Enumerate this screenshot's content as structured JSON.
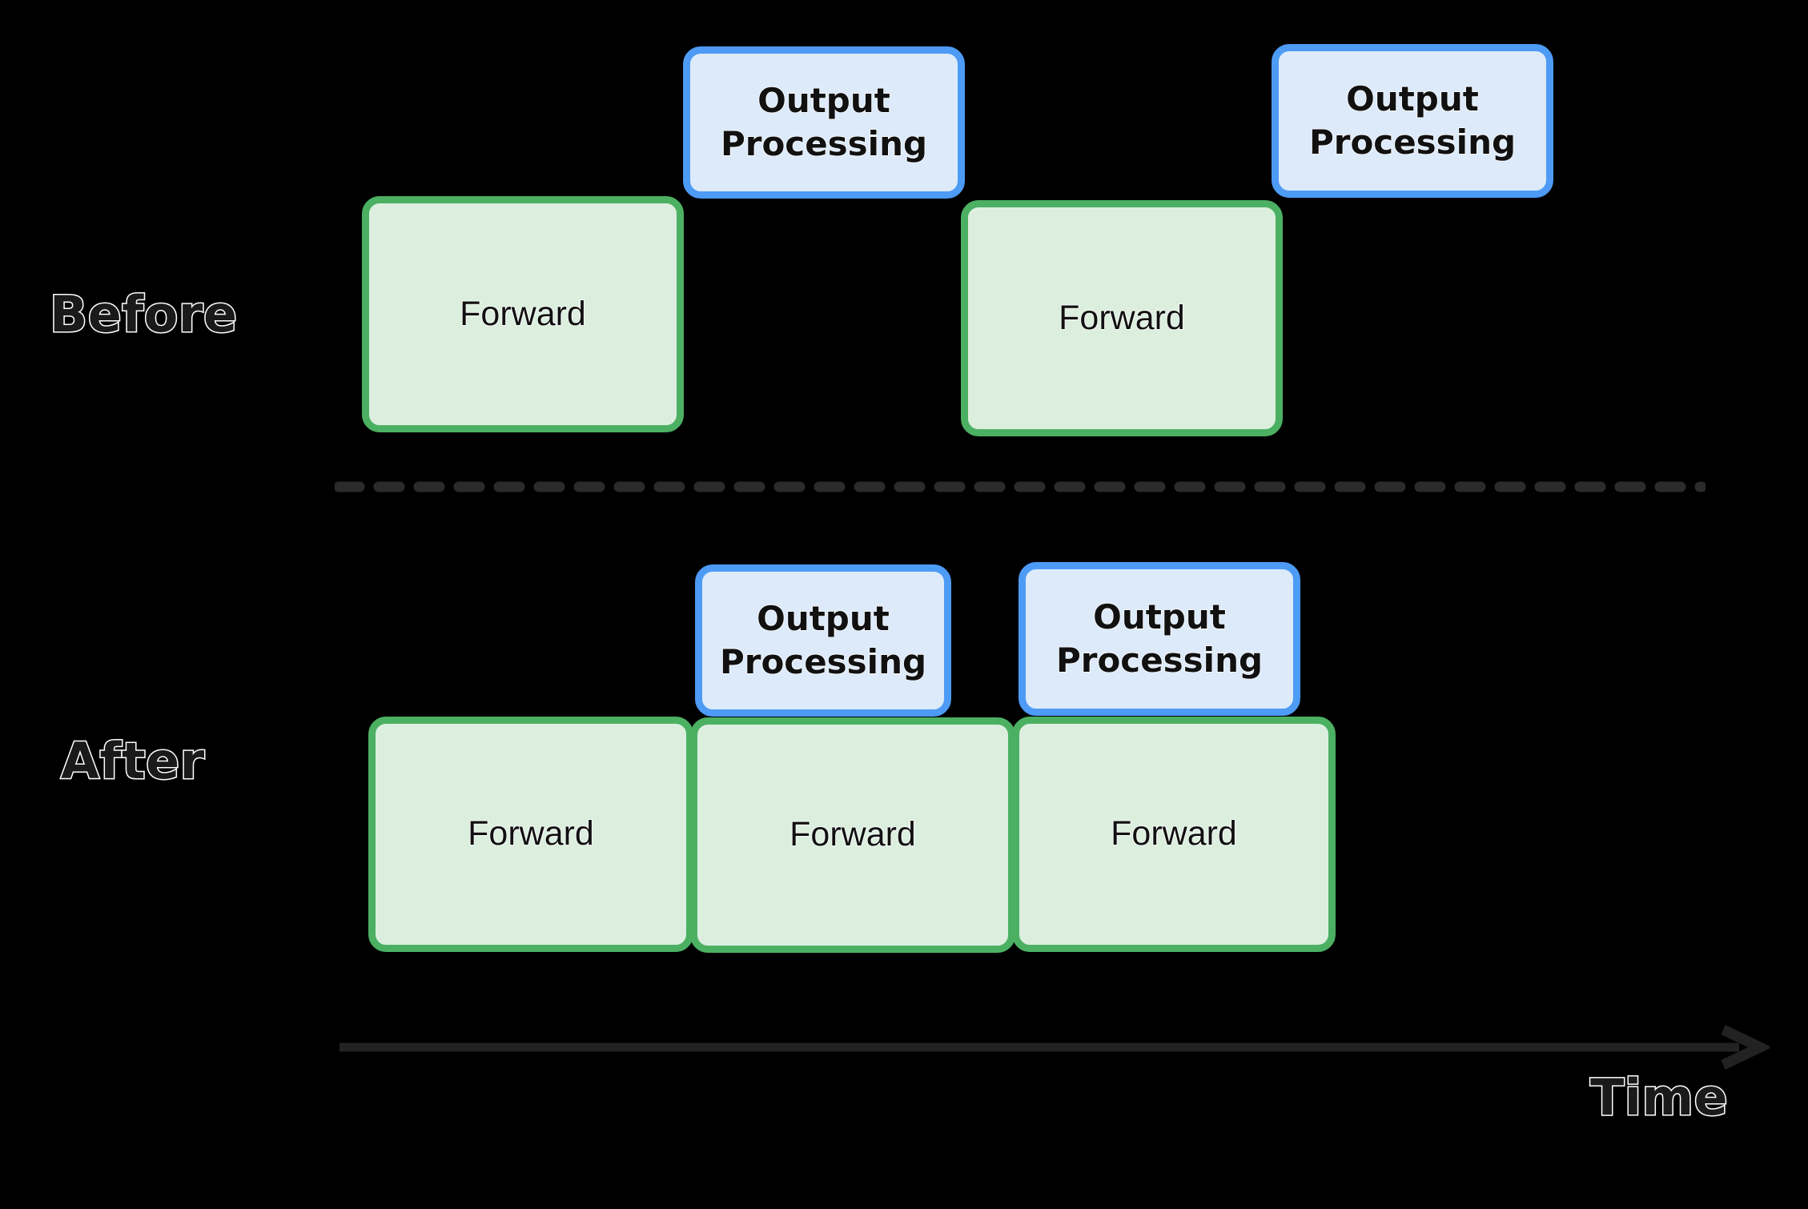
{
  "diagram": {
    "title": "Before / After output-processing overlap timeline",
    "background_color": "#000000",
    "rows": [
      {
        "id": "before",
        "label": "Before",
        "blocks": [
          {
            "id": "before-forward-1",
            "label": "Forward",
            "kind": "forward"
          },
          {
            "id": "before-output-1",
            "label": "Output\nProcessing",
            "line1": "Output",
            "line2": "Processing",
            "kind": "output"
          },
          {
            "id": "before-forward-2",
            "label": "Forward",
            "kind": "forward"
          },
          {
            "id": "before-output-2",
            "label": "Output\nProcessing",
            "line1": "Output",
            "line2": "Processing",
            "kind": "output"
          }
        ]
      },
      {
        "id": "after",
        "label": "After",
        "blocks": [
          {
            "id": "after-output-1",
            "label": "Output\nProcessing",
            "line1": "Output",
            "line2": "Processing",
            "kind": "output"
          },
          {
            "id": "after-output-2",
            "label": "Output\nProcessing",
            "line1": "Output",
            "line2": "Processing",
            "kind": "output"
          },
          {
            "id": "after-forward-1",
            "label": "Forward",
            "kind": "forward"
          },
          {
            "id": "after-forward-2",
            "label": "Forward",
            "kind": "forward"
          },
          {
            "id": "after-forward-3",
            "label": "Forward",
            "kind": "forward"
          }
        ]
      }
    ],
    "axis": {
      "label": "Time",
      "direction": "left-to-right",
      "arrow_color": "#222222"
    },
    "divider": {
      "style": "dashed",
      "color": "#2b2b2b"
    },
    "colors": {
      "forward_fill": "#dcefdf",
      "forward_border": "#4cb063",
      "output_fill": "#dceafa",
      "output_border": "#4d9bf5",
      "label_fill": "#1a1a1a",
      "label_outline": "#ffffff"
    }
  }
}
